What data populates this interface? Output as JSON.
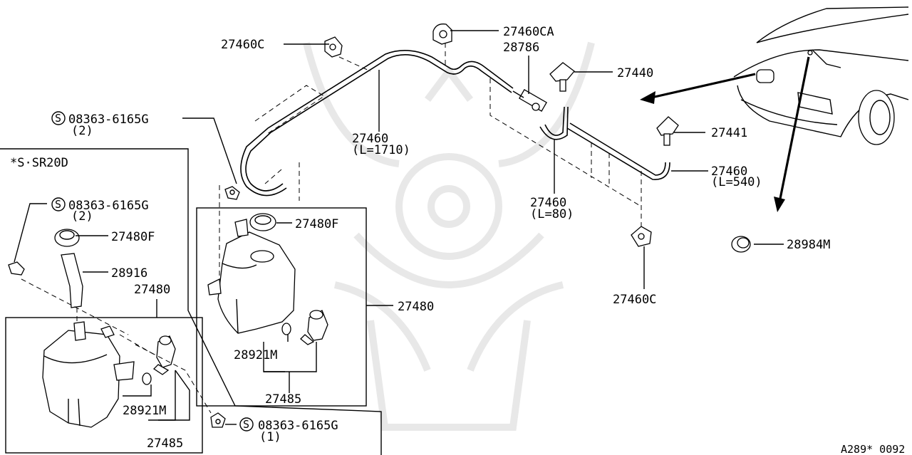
{
  "labels": {
    "p27460C_top": "27460C",
    "p27460CA": "27460CA",
    "p28786": "28786",
    "p27440": "27440",
    "p27441": "27441",
    "p27460_main": "27460",
    "p27460_main_len": "(L=1710)",
    "p27460_80": "27460",
    "p27460_80_len": "(L=80)",
    "p27460_540": "27460",
    "p27460_540_len": "(L=540)",
    "p27460C_bottom": "27460C",
    "p28984M": "28984M",
    "screw_top": "08363-6165G",
    "screw_top_qty": "(2)",
    "variant_note": "*S·SR20D",
    "screw_left": "08363-6165G",
    "screw_left_qty": "(2)",
    "p27480F_left": "27480F",
    "p28916": "28916",
    "p27480_left": "27480",
    "p28921M_left": "28921M",
    "p27485_left": "27485",
    "p27480F_right": "27480F",
    "p27480_right": "27480",
    "p28921M_right": "28921M",
    "p27485_right": "27485",
    "screw_bottom": "08363-6165G",
    "screw_bottom_qty": "(1)",
    "s_symbol": "S",
    "diagram_code": "A289* 0092"
  }
}
